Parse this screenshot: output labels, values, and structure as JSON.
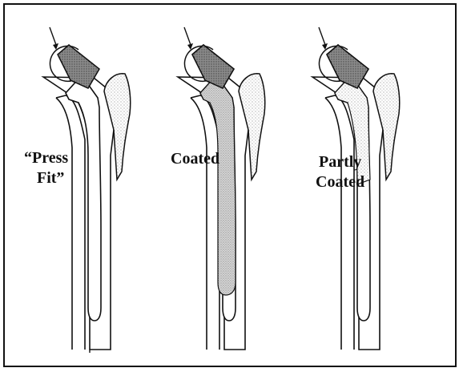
{
  "panels": [
    {
      "label_lines": [
        "“Press",
        "Fit”"
      ]
    },
    {
      "label_lines": [
        "Coated"
      ]
    },
    {
      "label_lines": [
        "Partly",
        "Coated"
      ]
    }
  ],
  "colors": {
    "line": "#111111",
    "stipple": "#9a9a9a",
    "cone_fill": "#7a7a7a"
  }
}
